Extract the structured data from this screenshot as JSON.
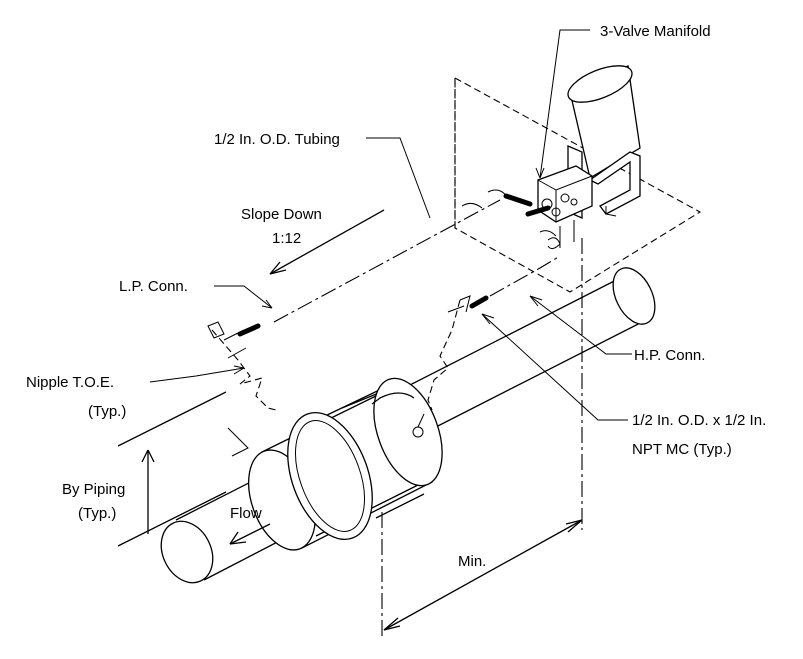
{
  "labels": {
    "manifold": "3-Valve Manifold",
    "tubing": "1/2 In. O.D. Tubing",
    "slope_line1": "Slope Down",
    "slope_line2": "1:12",
    "lp_conn": "L.P. Conn.",
    "nipple_line1": "Nipple T.O.E.",
    "nipple_line2": "(Typ.)",
    "hp_conn": "H.P. Conn.",
    "fitting_line1": "1/2 In. O.D. x 1/2 In.",
    "fitting_line2": "NPT MC (Typ.)",
    "piping_line1": "By Piping",
    "piping_line2": "(Typ.)",
    "flow": "Flow",
    "min": "Min."
  },
  "colors": {
    "ink": "#000000",
    "paper": "#ffffff"
  }
}
